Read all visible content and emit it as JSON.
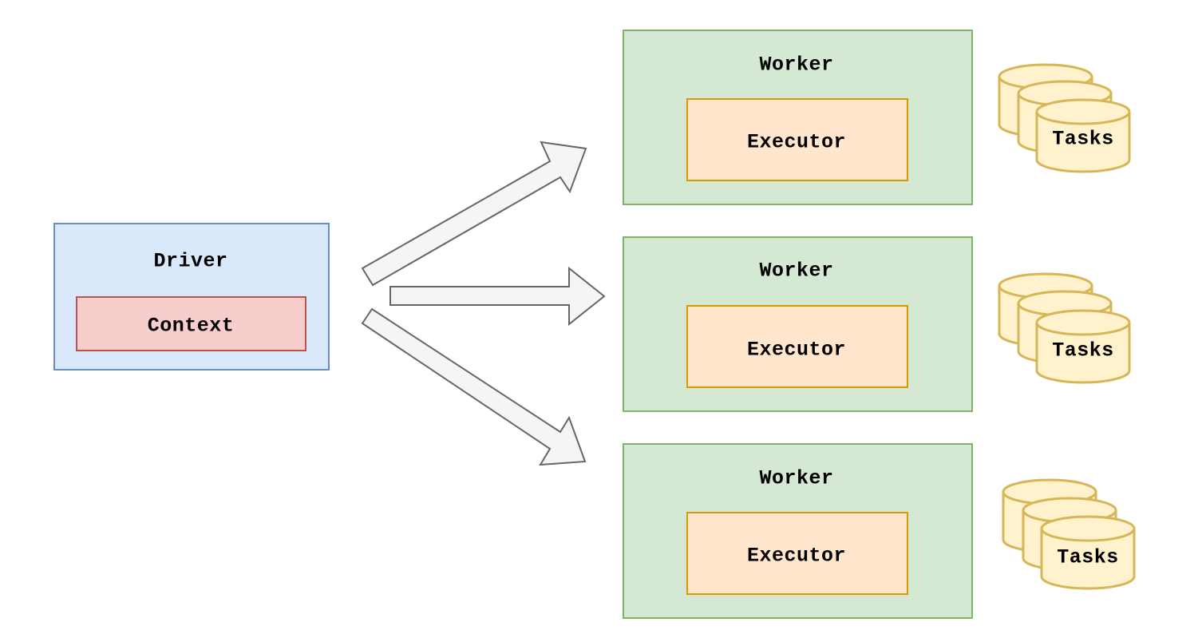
{
  "driver": {
    "label": "Driver",
    "context_label": "Context"
  },
  "workers": [
    {
      "label": "Worker",
      "executor_label": "Executor",
      "tasks_label": "Tasks"
    },
    {
      "label": "Worker",
      "executor_label": "Executor",
      "tasks_label": "Tasks"
    },
    {
      "label": "Worker",
      "executor_label": "Executor",
      "tasks_label": "Tasks"
    }
  ],
  "colors": {
    "driver_fill": "#dae8fc",
    "driver_stroke": "#6c8ebf",
    "context_fill": "#f8cecc",
    "context_stroke": "#b85450",
    "worker_fill": "#d5e8d4",
    "worker_stroke": "#82b366",
    "executor_fill": "#ffe6cc",
    "executor_stroke": "#d79b00",
    "tasks_fill": "#fff2cc",
    "tasks_stroke": "#d6b656",
    "arrow_fill": "#f5f5f5",
    "arrow_stroke": "#666666"
  }
}
